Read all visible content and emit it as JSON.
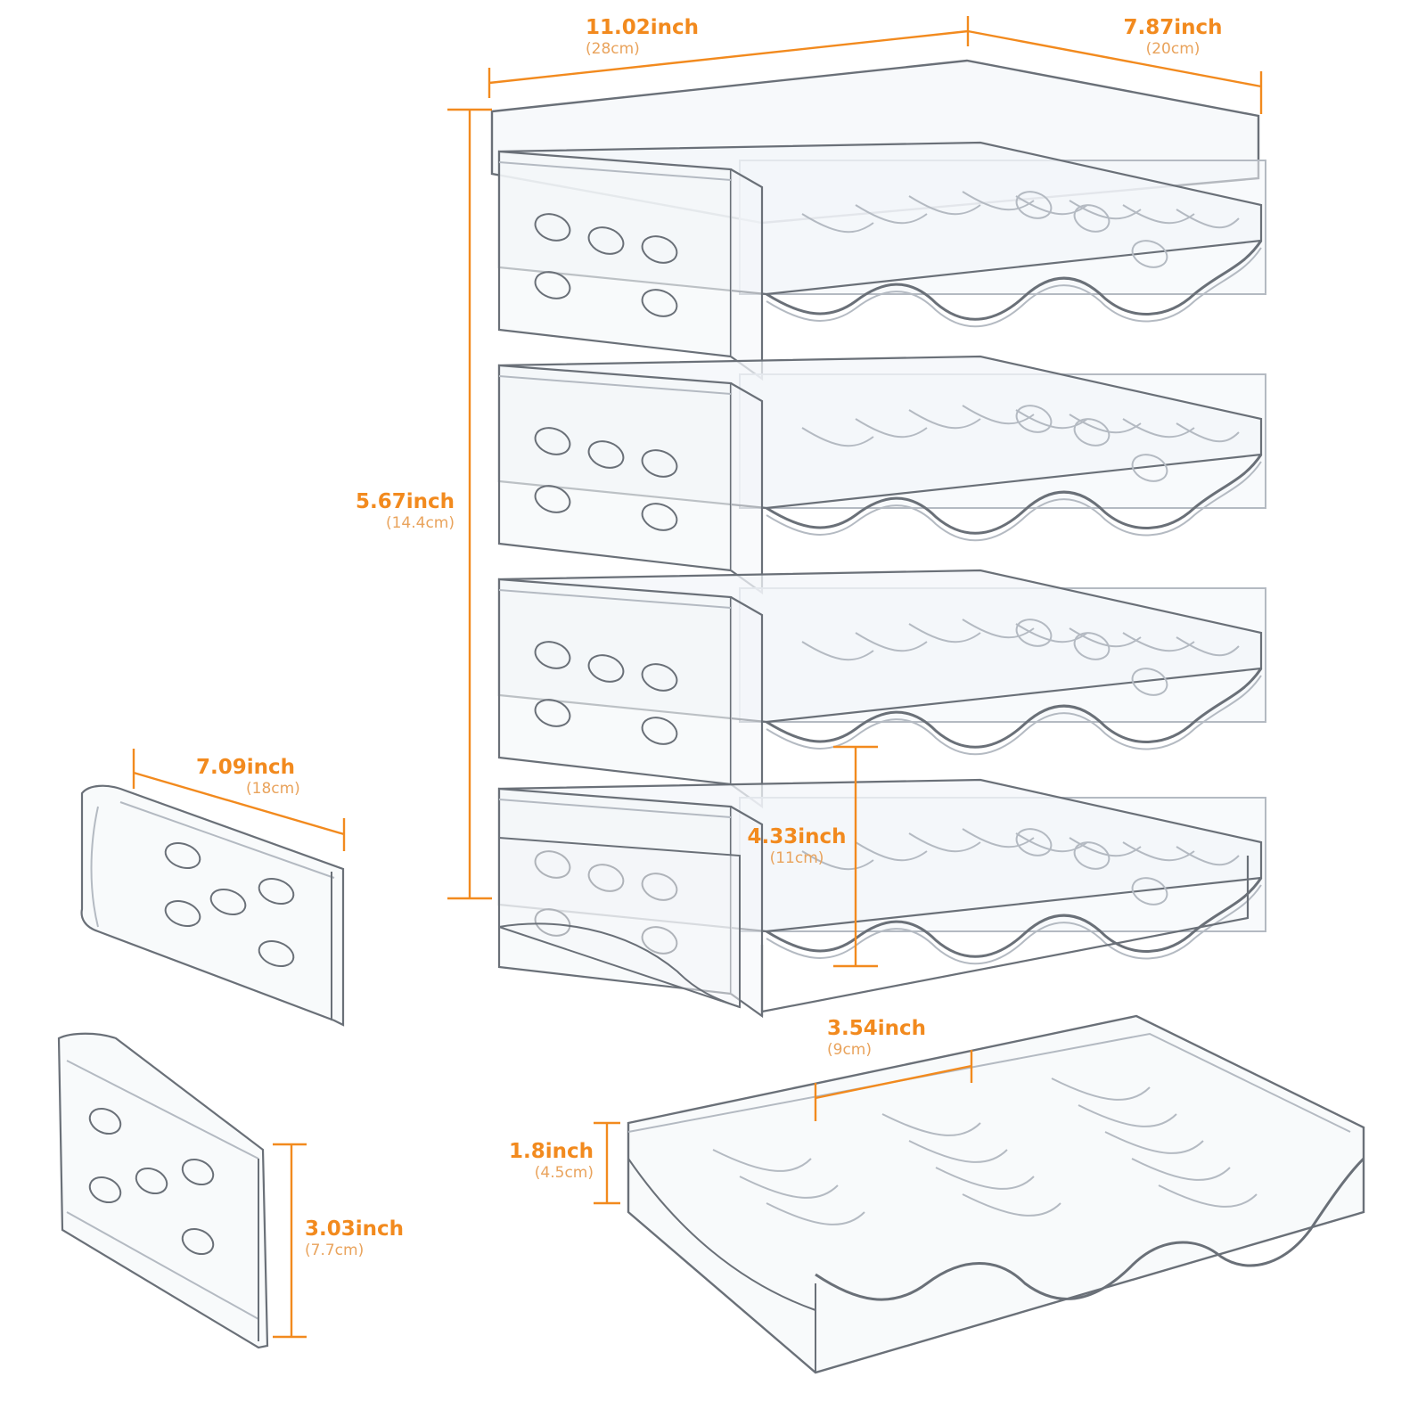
{
  "colors": {
    "accent": "#f28a1e",
    "cm_text": "#e9a35c",
    "outline": "#6a7078",
    "outline_light": "#b4bac2",
    "plastic": "#f3f6f9"
  },
  "dimensions": {
    "top_width": {
      "inch": "11.02inch",
      "cm": "(28cm)"
    },
    "top_depth": {
      "inch": "7.87inch",
      "cm": "(20cm)"
    },
    "total_height": {
      "inch": "5.67inch",
      "cm": "(14.4cm)"
    },
    "tier_spacing": {
      "inch": "4.33inch",
      "cm": "(11cm)"
    },
    "side_panel_len": {
      "inch": "7.09inch",
      "cm": "(18cm)"
    },
    "side_panel_h": {
      "inch": "3.03inch",
      "cm": "(7.7cm)"
    },
    "slot_width": {
      "inch": "3.54inch",
      "cm": "(9cm)"
    },
    "tray_height": {
      "inch": "1.8inch",
      "cm": "(4.5cm)"
    }
  }
}
